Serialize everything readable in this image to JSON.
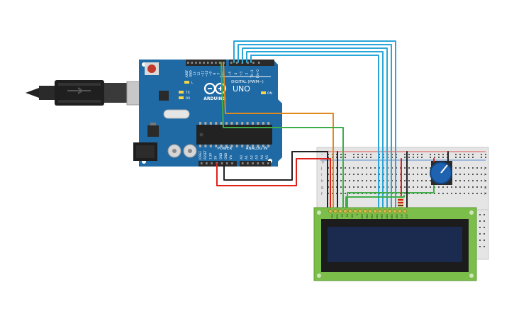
{
  "arduino": {
    "brand": "ARDUINO",
    "model": "UNO",
    "digital_label": "DIGITAL (PWM~)",
    "power_label": "POWER",
    "analog_label": "ANALOG IN",
    "on_label": "ON",
    "tx_label": "TX",
    "rx_label": "RX",
    "l_label": "L",
    "top_pin_labels": [
      "AREF",
      "GND",
      "13",
      "12",
      "~11",
      "~10",
      "~9",
      "8",
      "7",
      "~6",
      "~5",
      "4",
      "~3",
      "2",
      "TX→1",
      "RX←0"
    ],
    "power_pin_labels": [
      "IOREF",
      "RESET",
      "3.3V",
      "5V",
      "GND",
      "GND",
      "Vin"
    ],
    "analog_pin_labels": [
      "A0",
      "A1",
      "A2",
      "A3",
      "A4",
      "A5"
    ]
  },
  "breadboard": {
    "row_letters": [
      "j",
      "i",
      "h",
      "g",
      "f"
    ],
    "rail_plus": "+",
    "rail_minus": "-"
  },
  "lcd": {
    "pin_labels": [
      "VSS",
      "VDD",
      "V0",
      "RS",
      "RW",
      "E",
      "DB0",
      "DB1",
      "DB2",
      "DB3",
      "DB4",
      "DB5",
      "DB6",
      "DB7",
      "LED",
      "LED"
    ]
  },
  "colors": {
    "board": "#1f6aa5",
    "board_dark": "#16517e",
    "wire_blue": "#2aa7d8",
    "wire_orange": "#e08a1e",
    "wire_green": "#3fae49",
    "wire_red": "#e0201b",
    "wire_black": "#222222",
    "lcd_pcb": "#7bbf4a",
    "lcd_screen": "#1b2b4f",
    "pot": "#1e62b0"
  }
}
